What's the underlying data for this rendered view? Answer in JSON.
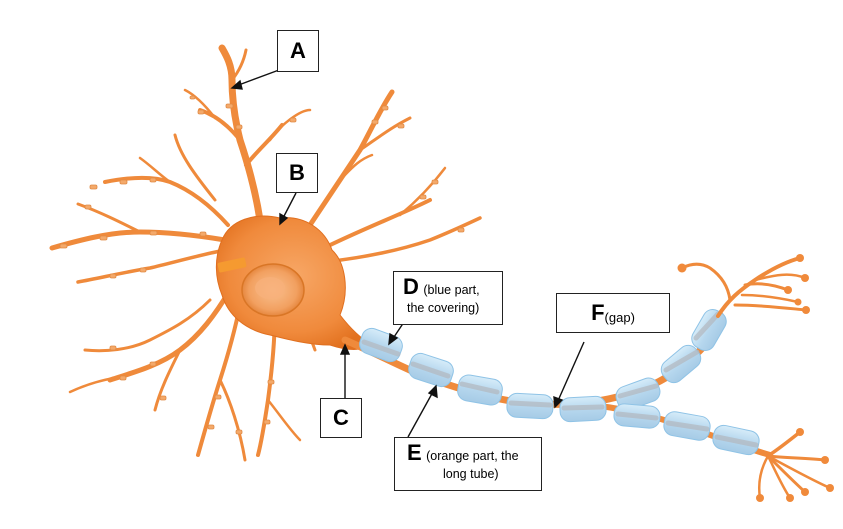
{
  "labels": {
    "a": {
      "letter": "A"
    },
    "b": {
      "letter": "B"
    },
    "c": {
      "letter": "C"
    },
    "d": {
      "letter": "D",
      "note_line1": "(blue part,",
      "note_line2": "the covering)"
    },
    "e": {
      "letter": "E",
      "note_line1": "(orange part, the",
      "note_line2": "long tube)"
    },
    "f": {
      "letter": "F",
      "note": "(gap)"
    }
  },
  "colors": {
    "neuron_orange": "#f28a3a",
    "neuron_dark": "#e06f1f",
    "nucleus": "#f6a767",
    "myelin_blue": "#b9dcf2",
    "myelin_edge": "#8fc3e6",
    "myelin_core": "#b3b8bf"
  }
}
